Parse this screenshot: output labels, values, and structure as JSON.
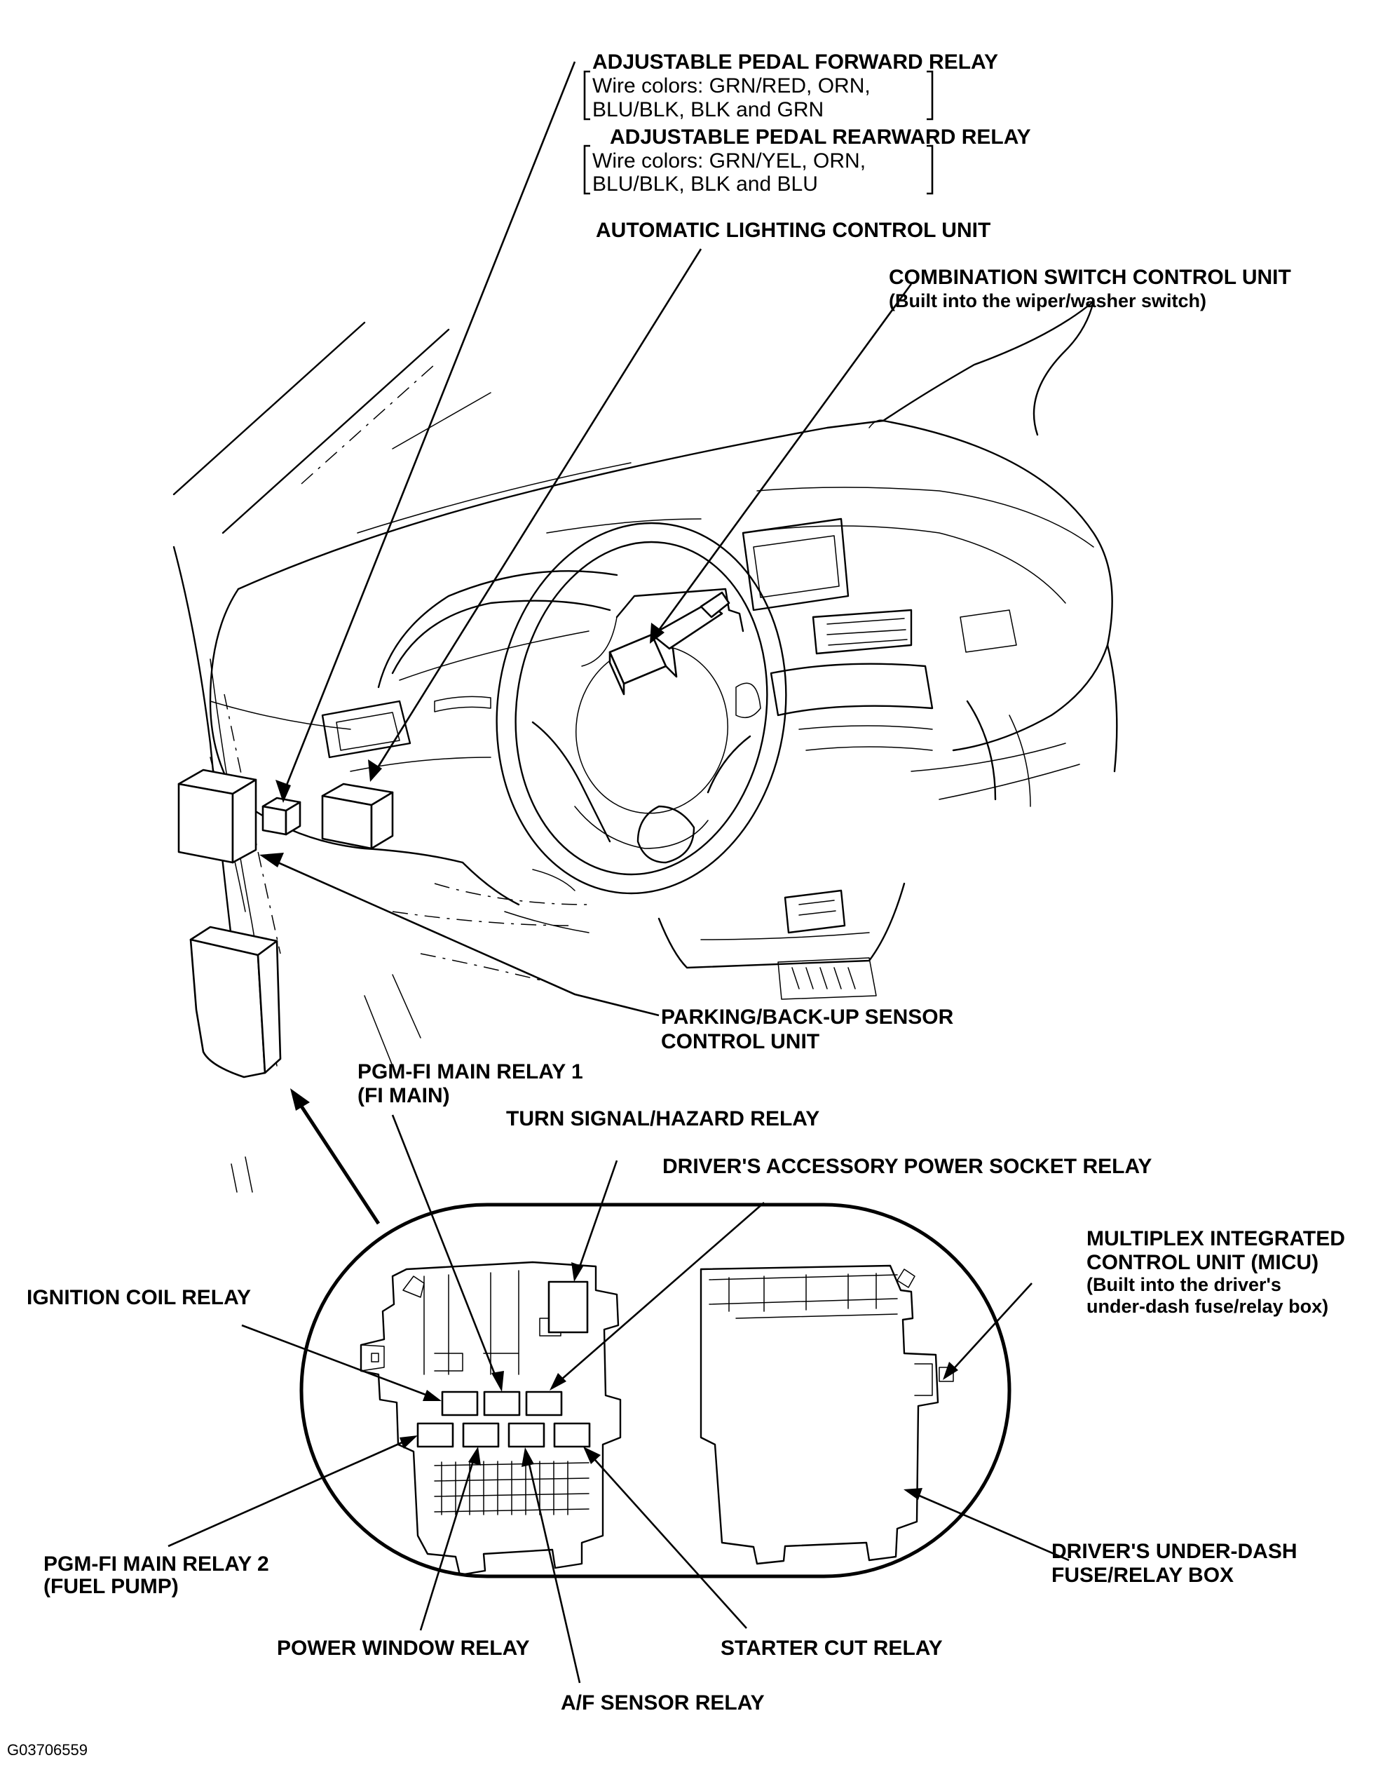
{
  "labels": {
    "pedal_forward": "ADJUSTABLE PEDAL FORWARD RELAY",
    "pedal_forward_wire_1": "Wire colors: GRN/RED, ORN,",
    "pedal_forward_wire_2": "BLU/BLK, BLK and GRN",
    "pedal_rearward": "ADJUSTABLE PEDAL REARWARD RELAY",
    "pedal_rearward_wire_1": "Wire colors: GRN/YEL, ORN,",
    "pedal_rearward_wire_2": "BLU/BLK, BLK and BLU",
    "auto_lighting": "AUTOMATIC LIGHTING CONTROL UNIT",
    "combo_switch_1": "COMBINATION SWITCH CONTROL UNIT",
    "combo_switch_2": "(Built into the wiper/washer switch)",
    "parking_sensor_1": "PARKING/BACK-UP SENSOR",
    "parking_sensor_2": "CONTROL UNIT",
    "pgm_relay1_1": "PGM-FI MAIN RELAY 1",
    "pgm_relay1_2": "(FI MAIN)",
    "turn_signal": "TURN SIGNAL/HAZARD RELAY",
    "accessory_socket": "DRIVER'S ACCESSORY POWER SOCKET RELAY",
    "micu_1": "MULTIPLEX INTEGRATED",
    "micu_2": "CONTROL UNIT (MICU)",
    "micu_3": "(Built into the driver's",
    "micu_4": "under-dash fuse/relay box)",
    "ignition_coil": "IGNITION COIL RELAY",
    "pgm_relay2_1": "PGM-FI MAIN RELAY 2",
    "pgm_relay2_2": "(FUEL PUMP)",
    "power_window": "POWER WINDOW RELAY",
    "starter_cut": "STARTER CUT RELAY",
    "af_sensor": "A/F SENSOR RELAY",
    "fuse_box_1": "DRIVER'S UNDER-DASH",
    "fuse_box_2": "FUSE/RELAY BOX"
  },
  "figure_code": "G03706559"
}
